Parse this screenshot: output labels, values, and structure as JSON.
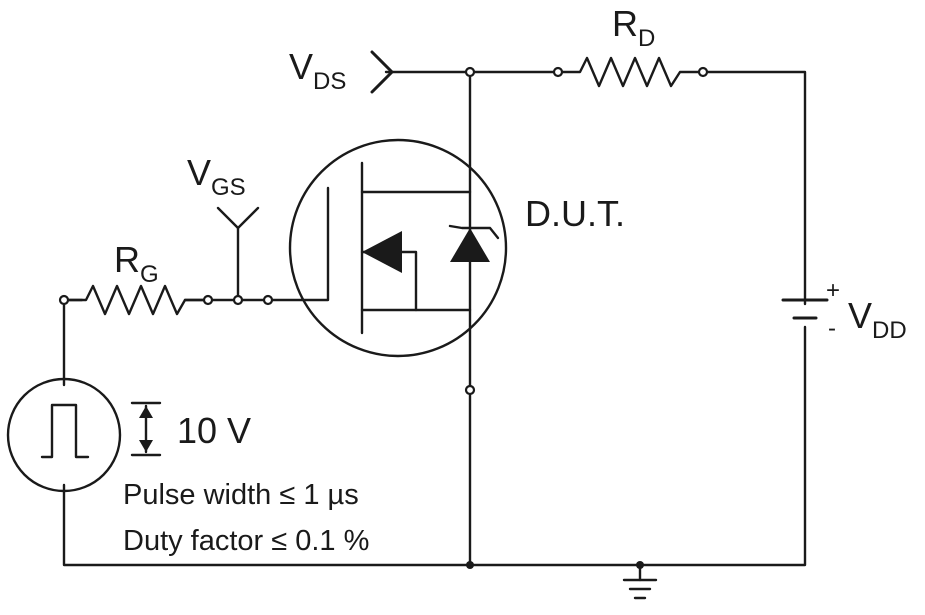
{
  "labels": {
    "vds_main": "V",
    "vds_sub": "DS",
    "rd_main": "R",
    "rd_sub": "D",
    "vgs_main": "V",
    "vgs_sub": "GS",
    "rg_main": "R",
    "rg_sub": "G",
    "dut": "D.U.T.",
    "plus": "+",
    "minus": "-",
    "vdd_main": "V",
    "vdd_sub": "DD",
    "amplitude": "10 V",
    "pulse_width": "Pulse width ≤ 1 µs",
    "duty_factor": "Duty factor ≤ 0.1 %"
  }
}
